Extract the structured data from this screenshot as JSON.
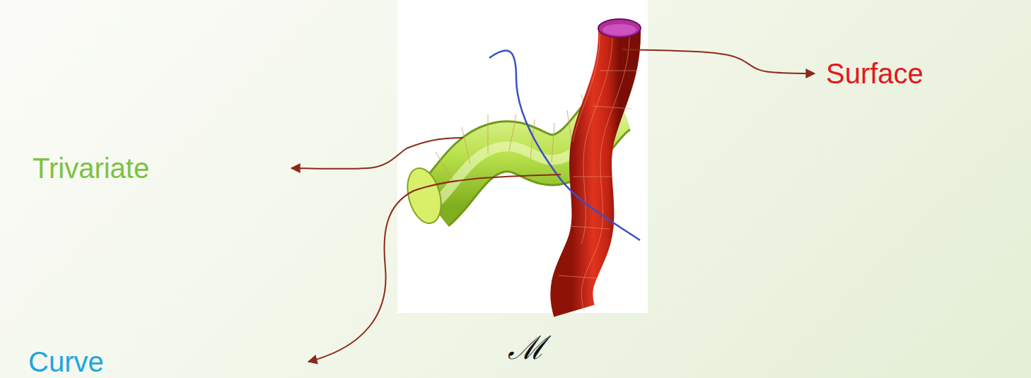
{
  "diagram": {
    "labels": [
      "Surface",
      "Trivariate",
      "Curve",
      "ℳ"
    ]
  }
}
